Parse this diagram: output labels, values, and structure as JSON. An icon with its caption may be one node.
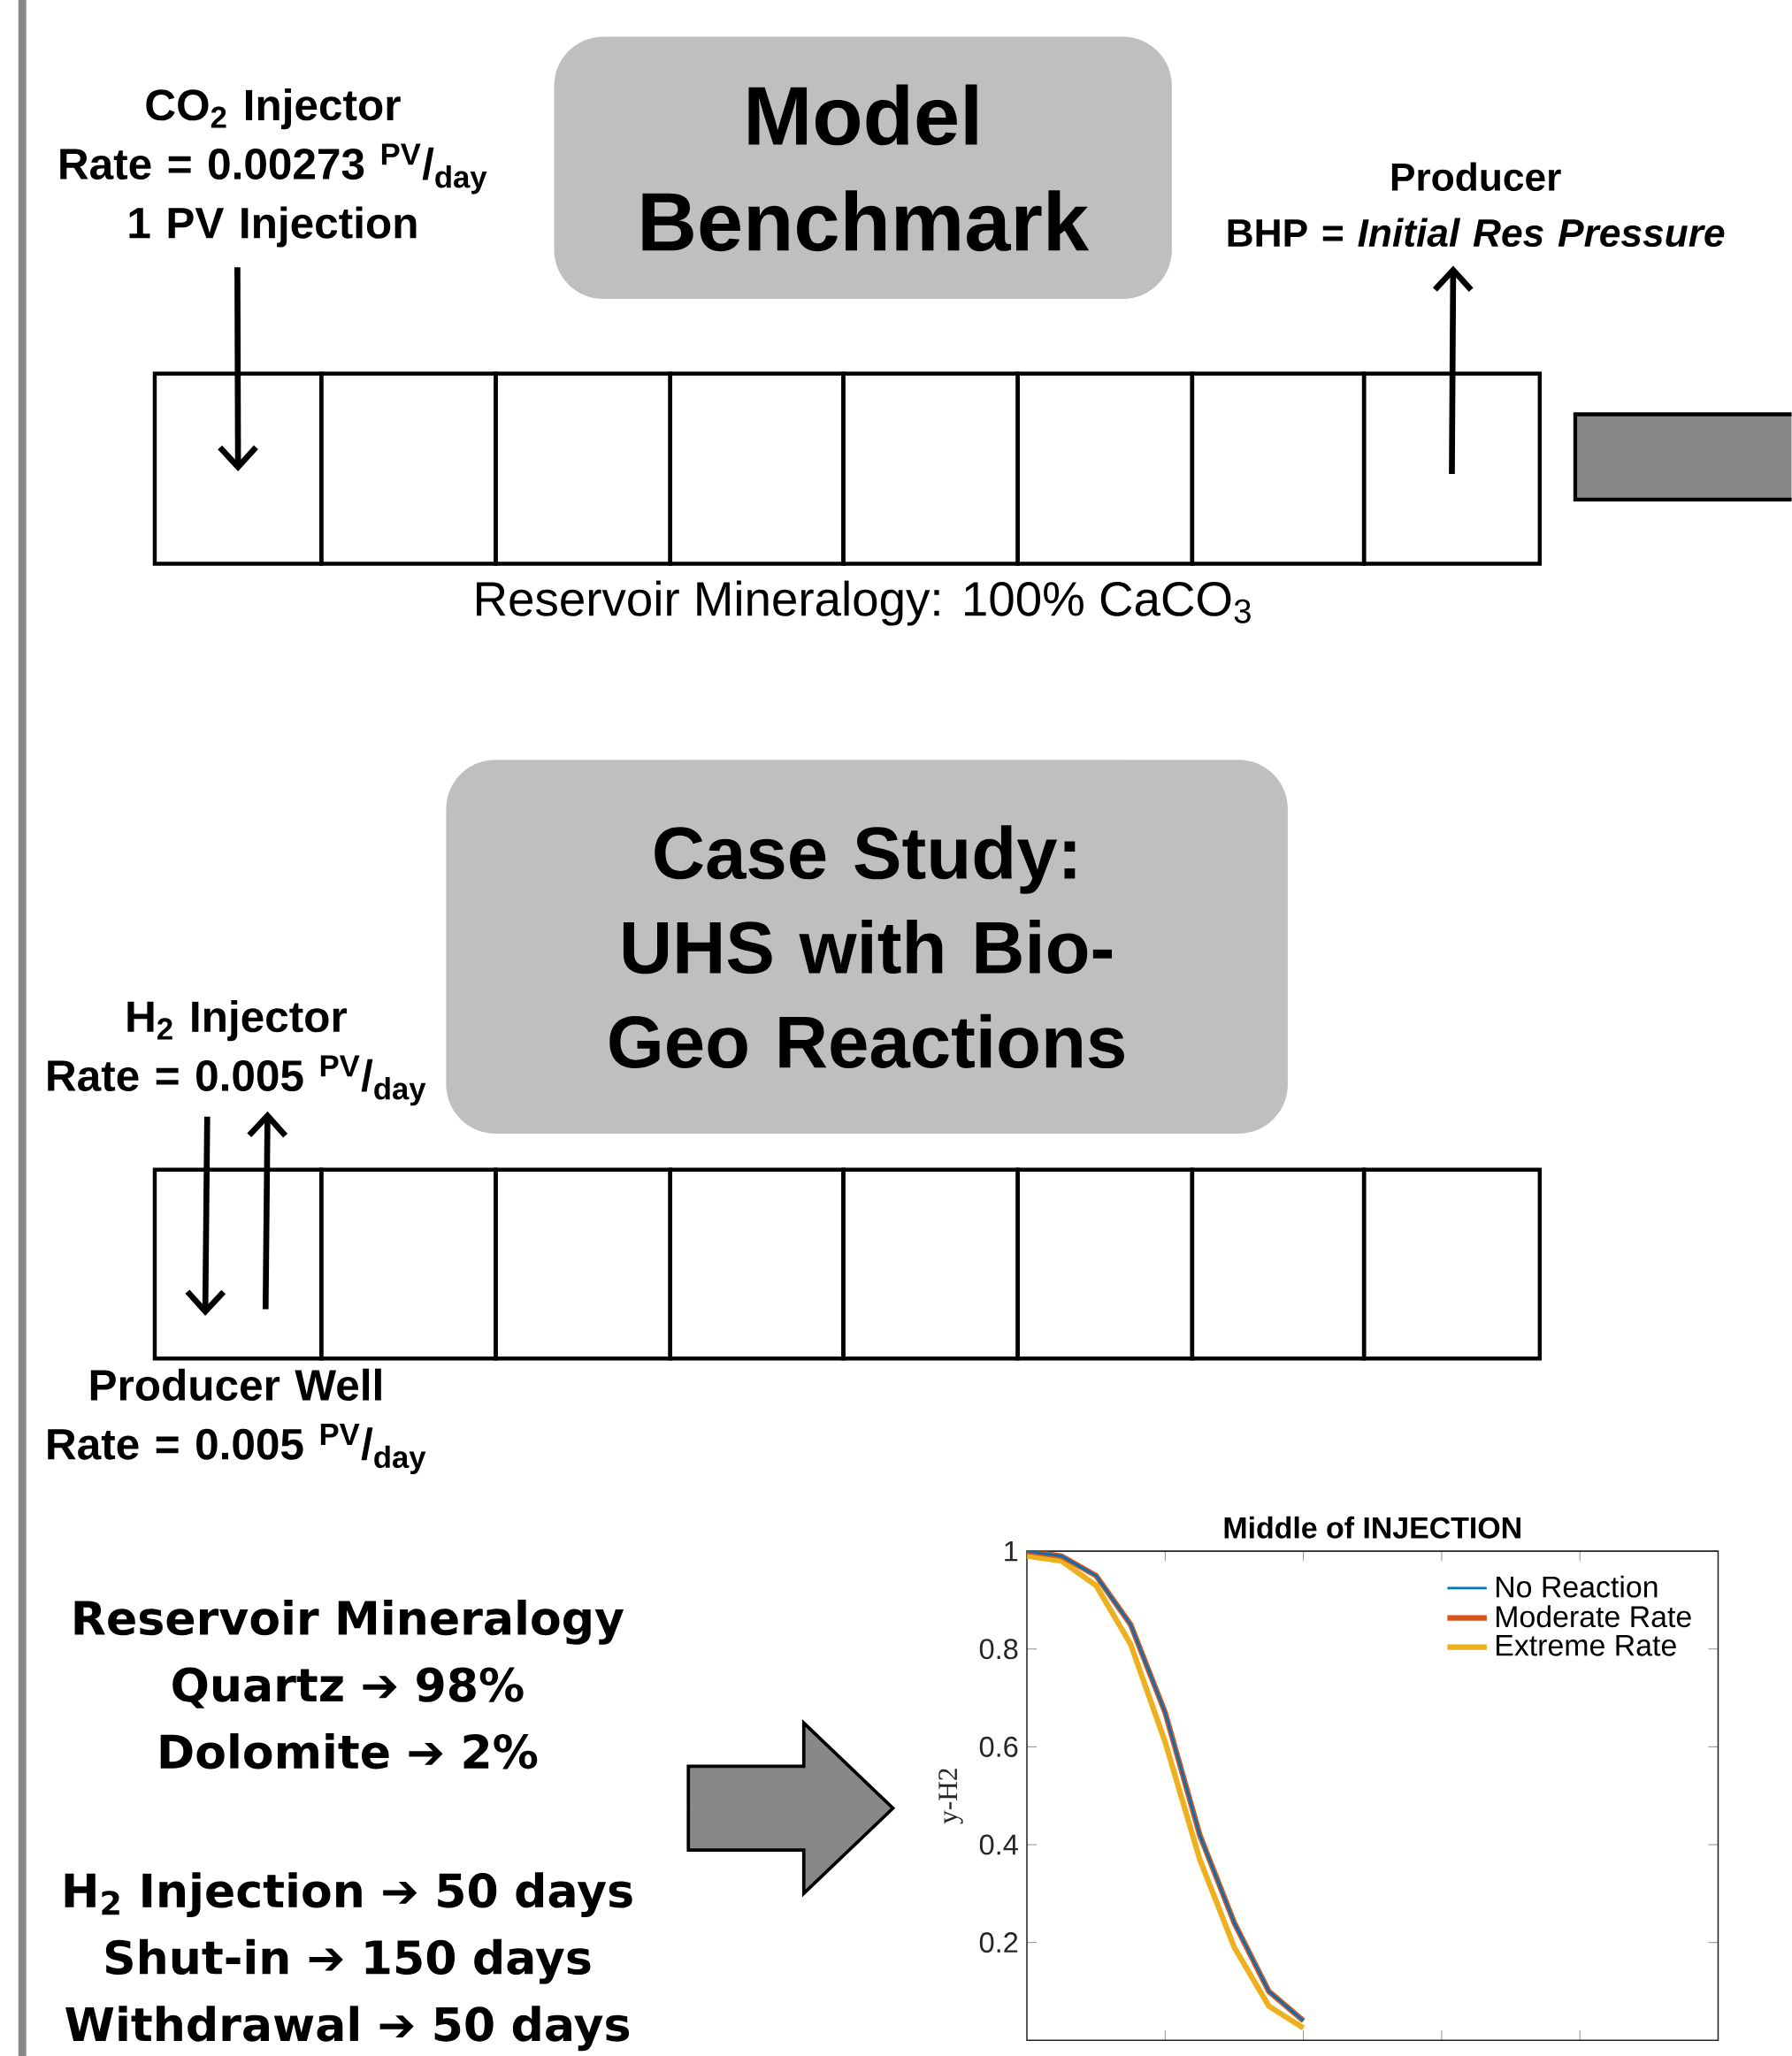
{
  "diagram": {
    "nodes": [
      {
        "text": [
          "Model Benchmark"
        ]
      },
      {
        "text": [
          "CO$_{2}$ Injector",
          "Rate = 0.00273 $^{PV}$/$_{day}$",
          "1 PV Injection"
        ]
      },
      {
        "text": [
          "Producer",
          "BHP = *Initial Res Pressure*"
        ]
      },
      {
        "text": [],
        "shape": "box"
      },
      {
        "text": [],
        "shape": "box"
      },
      {
        "text": [],
        "shape": "box"
      },
      {
        "text": [],
        "shape": "box"
      },
      {
        "text": [],
        "shape": "box"
      },
      {
        "text": [],
        "shape": "box"
      },
      {
        "text": [],
        "shape": "box"
      },
      {
        "text": [],
        "shape": "box"
      },
      {
        "text": [
          "Case Study:",
          "UHS with Bio-Geo Reactions"
        ]
      },
      {
        "text": [
          "H$_{2}$ Injector",
          "Rate = 0.005 $^{PV}$/$_{day}$"
        ]
      },
      {
        "text": [],
        "shape": "box"
      },
      {
        "text": [],
        "shape": "box"
      },
      {
        "text": [],
        "shape": "box"
      },
      {
        "text": [],
        "shape": "box"
      },
      {
        "text": [],
        "shape": "box"
      },
      {
        "text": [],
        "shape": "box"
      },
      {
        "text": [],
        "shape": "box"
      },
      {
        "text": [],
        "shape": "box"
      },
      {
        "text": [
          "Producer Well",
          "Rate = 0.005 $^{PV}$/$_{day}$"
        ]
      },
      {
        "text": [
          "Reservoir Mineralogy",
          "Quartz ➔ 98%",
          "Dolomite ➔ 2%",
          "H$_{2}$ Injection ➔ 50 days",
          "Shut-in ➔ 150 days",
          "Withdrawal ➔ 50 days"
        ]
      }
    ],
    "edges": [
      {
        "from": 1,
        "to": 3,
        "arrow": "to"
      },
      {
        "from": 10,
        "to": 2,
        "arrow": "to"
      },
      {
        "from": 12,
        "to": 13,
        "arrow": "to"
      },
      {
        "from": 13,
        "to": 12,
        "arrow": "to"
      },
      {
        "from": 22,
        "to": null,
        "arrow": "to",
        "style": "thick"
      }
    ],
    "labels": [
      "Reservoir Mineralogy: 100% CaCO$_{3}$"
    ],
    "chart_data": {
      "type": "line",
      "title": "Middle of INJECTION",
      "ylabel": "y-H2",
      "categories": [
        null,
        null,
        null,
        null,
        null,
        null,
        null,
        null,
        null
      ],
      "series": [
        {
          "name": "No Reaction",
          "color": "#0072bd",
          "values": [
            1.0,
            0.99,
            0.95,
            0.85,
            0.67,
            0.42,
            0.24,
            0.1,
            0.04
          ]
        },
        {
          "name": "Moderate Rate",
          "color": "#d95319",
          "values": [
            1.0,
            0.99,
            0.95,
            0.85,
            0.67,
            0.42,
            0.24,
            0.1,
            0.04
          ]
        },
        {
          "name": "Extreme Rate",
          "color": "#edb120",
          "values": [
            0.99,
            0.98,
            0.93,
            0.81,
            0.61,
            0.37,
            0.19,
            0.07,
            0.025
          ]
        }
      ],
      "ylim": [
        0,
        1
      ],
      "yticks": [
        0.2,
        0.4,
        0.6,
        0.8,
        1
      ],
      "legend": "upper right"
    }
  }
}
